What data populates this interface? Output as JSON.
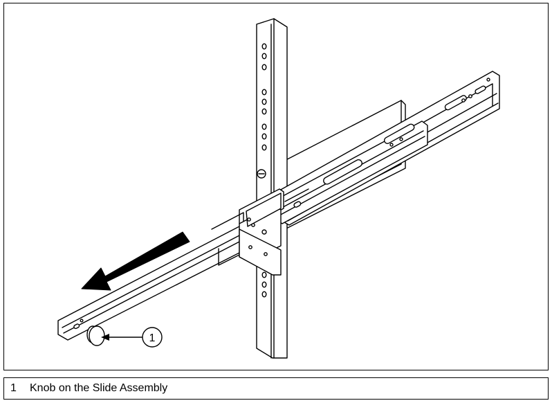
{
  "figure": {
    "callouts": [
      {
        "number": "1"
      }
    ]
  },
  "legend": {
    "items": [
      {
        "number": "1",
        "text": "Knob on the Slide Assembly"
      }
    ]
  }
}
